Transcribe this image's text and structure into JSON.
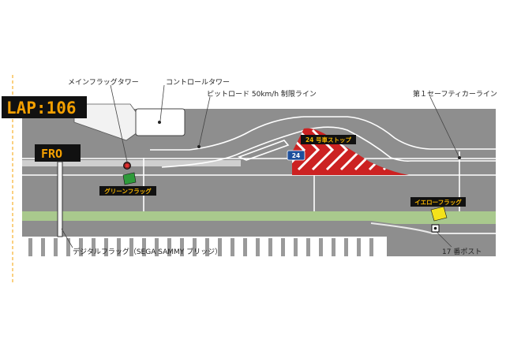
{
  "board": {
    "lap_text": "LAP:106",
    "sector_text": "FRO"
  },
  "labels": {
    "main_flag_tower": "メインフラッグタワー",
    "control_tower": "コントロールタワー",
    "pit_speed_line": "ピットロード 50km/h 制限ライン",
    "safety_car_line": "第１セーフティカーライン",
    "digital_flag": "デジタルフラッグ（SEGA SAMMY ブリッジ）",
    "post_17": "17 番ポスト"
  },
  "tags": {
    "green_flag": "グリーンフラッグ",
    "car_stop": "24 号車ストップ",
    "yellow_flag": "イエローフラッグ",
    "car_number": "24"
  },
  "colors": {
    "asphalt": "#8e8e8e",
    "grass": "#a9c98d",
    "stop_zone": "#cc2222",
    "tag_bg": "#111111",
    "tag_text": "#f5b400",
    "led_text": "#f5a000",
    "green_flag": "#2e9a3a",
    "yellow_flag": "#f3e21a",
    "car": "#1d4f9c",
    "dashed_line": "#f5a000"
  }
}
